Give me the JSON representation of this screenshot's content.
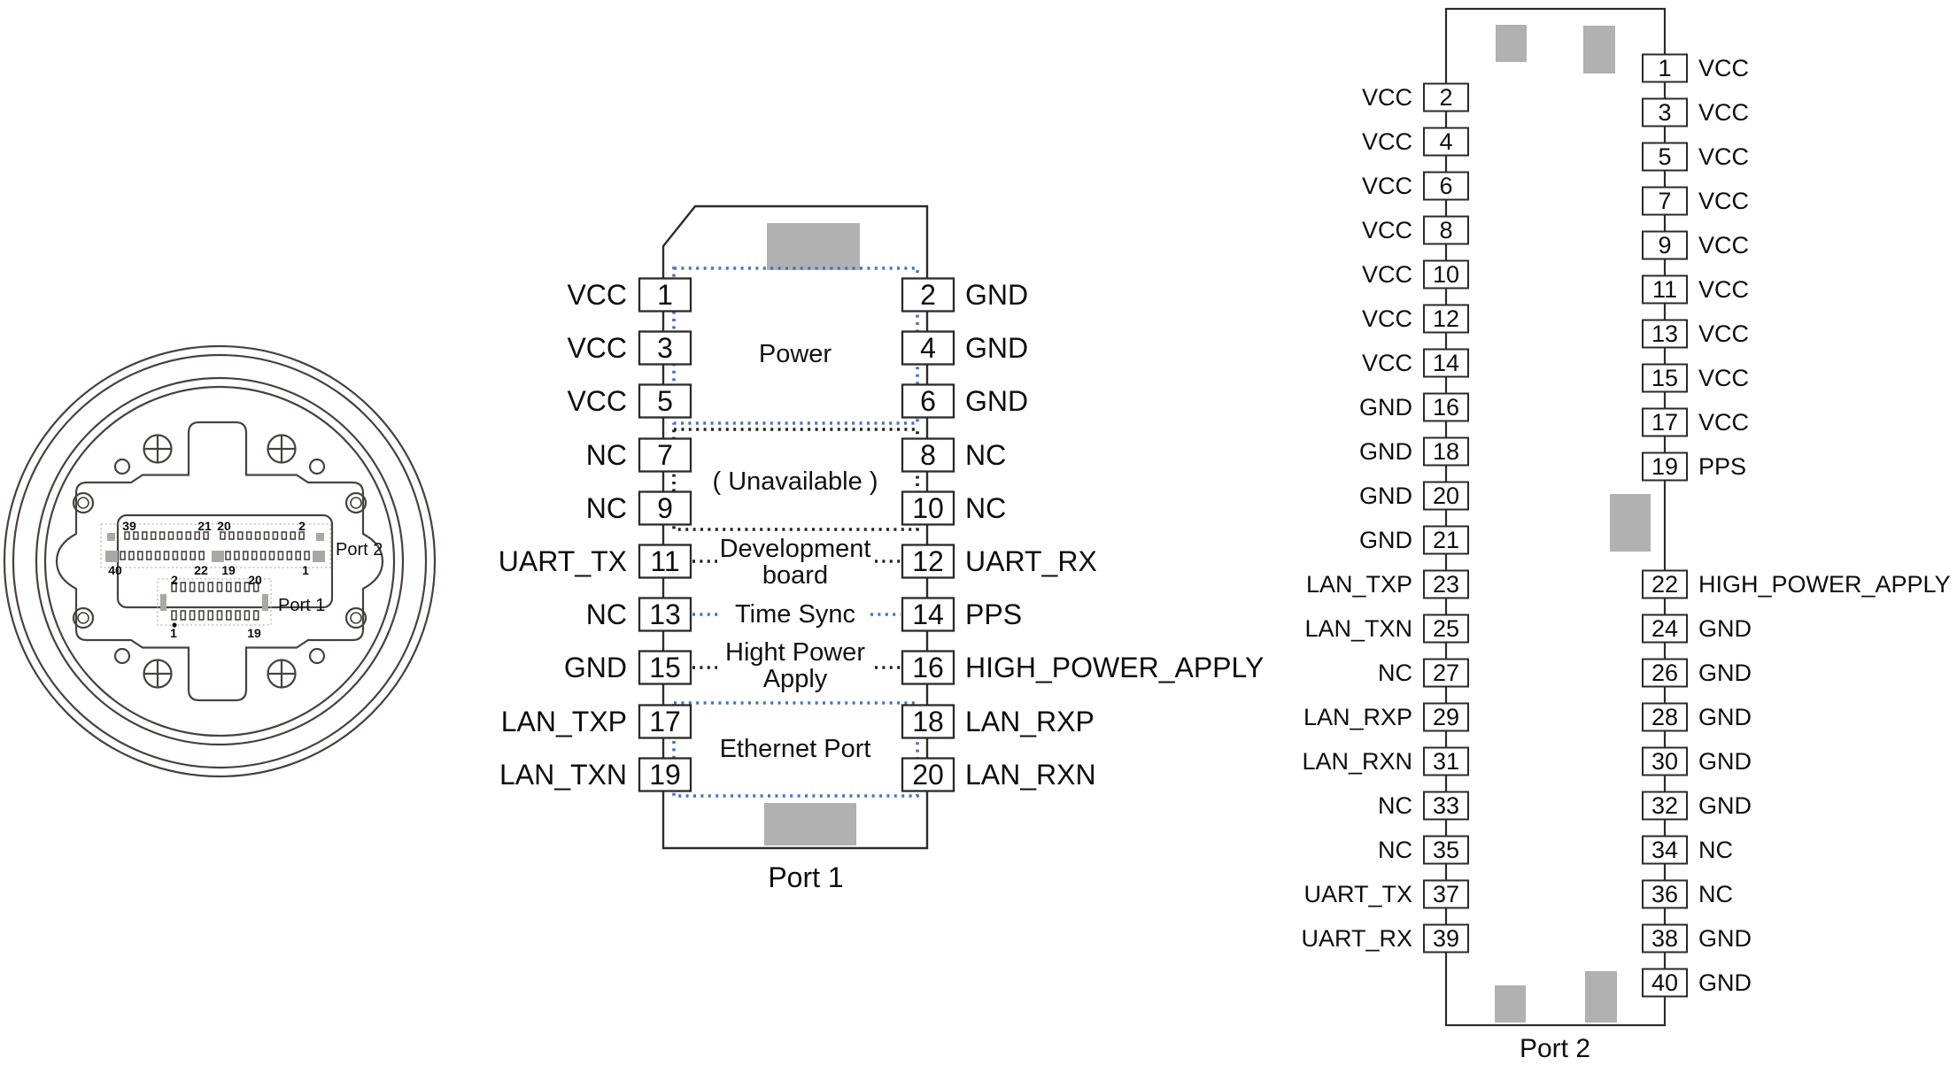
{
  "figure": {
    "description": "Connector face view with Port 1 and Port 2 pinout diagrams"
  },
  "colors": {
    "accent_blue": "#4472c4",
    "drawing_line": "#474140",
    "module_line": "#2b2b2b",
    "pad_gray": "#b1b1b1"
  },
  "connector_view": {
    "port2_footprint": {
      "label": "Port 2",
      "top_numbers": [
        "39",
        "21",
        "20",
        "2"
      ],
      "bottom_numbers": [
        "40",
        "22",
        "19",
        "1"
      ]
    },
    "port1_footprint": {
      "label": "Port 1",
      "top_numbers": [
        "2",
        "20"
      ],
      "bottom_numbers": [
        "1",
        "19"
      ]
    }
  },
  "port1": {
    "caption": "Port 1",
    "sections": {
      "power": "Power",
      "unavailable": "( Unavailable )",
      "dev_line1": "Development",
      "dev_line2": "board",
      "time_sync": "Time Sync",
      "hp_line1": "Hight Power",
      "hp_line2": "Apply",
      "ethernet": "Ethernet Port"
    },
    "rows": [
      {
        "left": "VCC",
        "ln": "1",
        "rn": "2",
        "right": "GND"
      },
      {
        "left": "VCC",
        "ln": "3",
        "rn": "4",
        "right": "GND"
      },
      {
        "left": "VCC",
        "ln": "5",
        "rn": "6",
        "right": "GND"
      },
      {
        "left": "NC",
        "ln": "7",
        "rn": "8",
        "right": "NC"
      },
      {
        "left": "NC",
        "ln": "9",
        "rn": "10",
        "right": "NC"
      },
      {
        "left": "UART_TX",
        "ln": "11",
        "rn": "12",
        "right": "UART_RX"
      },
      {
        "left": "NC",
        "ln": "13",
        "rn": "14",
        "right": "PPS"
      },
      {
        "left": "GND",
        "ln": "15",
        "rn": "16",
        "right": "HIGH_POWER_APPLY"
      },
      {
        "left": "LAN_TXP",
        "ln": "17",
        "rn": "18",
        "right": "LAN_RXP"
      },
      {
        "left": "LAN_TXN",
        "ln": "19",
        "rn": "20",
        "right": "LAN_RXN"
      }
    ]
  },
  "port2": {
    "caption": "Port 2",
    "left_pins": [
      {
        "n": "2",
        "label": "VCC"
      },
      {
        "n": "4",
        "label": "VCC"
      },
      {
        "n": "6",
        "label": "VCC"
      },
      {
        "n": "8",
        "label": "VCC"
      },
      {
        "n": "10",
        "label": "VCC"
      },
      {
        "n": "12",
        "label": "VCC"
      },
      {
        "n": "14",
        "label": "VCC"
      },
      {
        "n": "16",
        "label": "GND"
      },
      {
        "n": "18",
        "label": "GND"
      },
      {
        "n": "20",
        "label": "GND"
      },
      {
        "n": "21",
        "label": "GND"
      },
      {
        "n": "23",
        "label": "LAN_TXP"
      },
      {
        "n": "25",
        "label": "LAN_TXN"
      },
      {
        "n": "27",
        "label": "NC"
      },
      {
        "n": "29",
        "label": "LAN_RXP"
      },
      {
        "n": "31",
        "label": "LAN_RXN"
      },
      {
        "n": "33",
        "label": "NC"
      },
      {
        "n": "35",
        "label": "NC"
      },
      {
        "n": "37",
        "label": "UART_TX"
      },
      {
        "n": "39",
        "label": "UART_RX"
      }
    ],
    "right_pins": [
      {
        "n": "1",
        "label": "VCC"
      },
      {
        "n": "3",
        "label": "VCC"
      },
      {
        "n": "5",
        "label": "VCC"
      },
      {
        "n": "7",
        "label": "VCC"
      },
      {
        "n": "9",
        "label": "VCC"
      },
      {
        "n": "11",
        "label": "VCC"
      },
      {
        "n": "13",
        "label": "VCC"
      },
      {
        "n": "15",
        "label": "VCC"
      },
      {
        "n": "17",
        "label": "VCC"
      },
      {
        "n": "19",
        "label": "PPS"
      },
      {
        "n": "22",
        "label": "HIGH_POWER_APPLY"
      },
      {
        "n": "24",
        "label": "GND"
      },
      {
        "n": "26",
        "label": "GND"
      },
      {
        "n": "28",
        "label": "GND"
      },
      {
        "n": "30",
        "label": "GND"
      },
      {
        "n": "32",
        "label": "GND"
      },
      {
        "n": "34",
        "label": "NC"
      },
      {
        "n": "36",
        "label": "NC"
      },
      {
        "n": "38",
        "label": "GND"
      },
      {
        "n": "40",
        "label": "GND"
      }
    ]
  }
}
